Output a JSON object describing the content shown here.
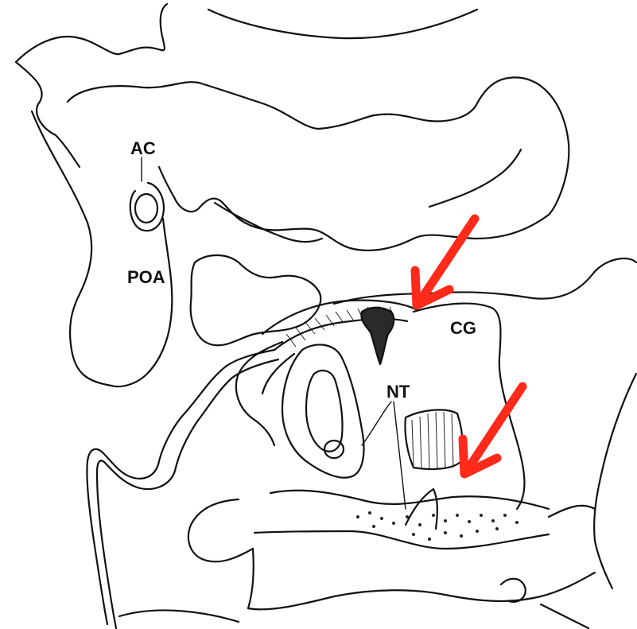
{
  "diagram": {
    "labels": {
      "ac": "AC",
      "poa": "POA",
      "cg": "CG",
      "nt": "NT"
    },
    "colors": {
      "line": "#111111",
      "arrow": "#ff2a1a",
      "background": "#ffffff"
    }
  }
}
